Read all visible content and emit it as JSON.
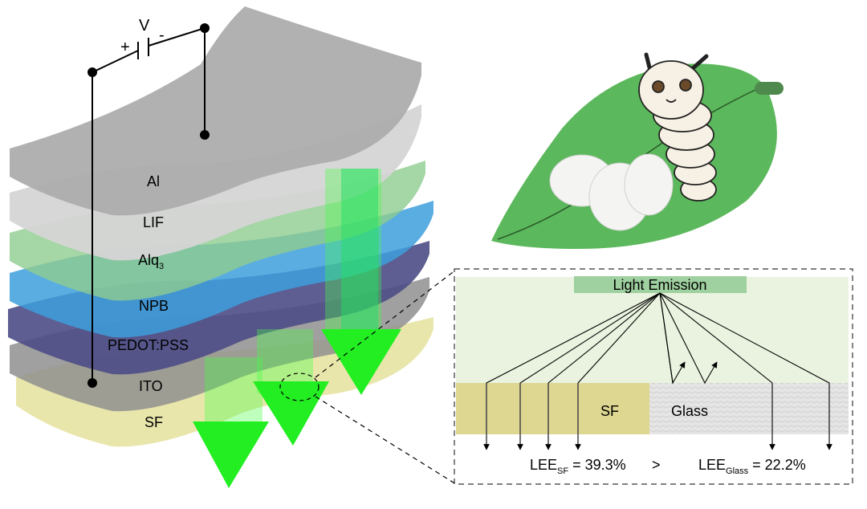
{
  "circuit": {
    "voltage": "V",
    "plus": "+",
    "minus": "-"
  },
  "layers": [
    {
      "label": "Al",
      "color": "#a9a9a9"
    },
    {
      "label": "LIF",
      "color": "#d2d2d2"
    },
    {
      "label": "Alq",
      "sub": "3",
      "color": "#8fcc8f"
    },
    {
      "label": "NPB",
      "color": "#3d9fdc"
    },
    {
      "label": "PEDOT:PSS",
      "color": "#4d4d86"
    },
    {
      "label": "ITO",
      "color": "#8f8f8f"
    },
    {
      "label": "SF",
      "color": "#e5e29e"
    }
  ],
  "inset": {
    "emission_label": "Light Emission",
    "sf_label": "SF",
    "glass_label": "Glass",
    "lee_sf_prefix": "LEE",
    "lee_sf_sub": "SF",
    "lee_sf_value": " = 39.3%",
    "compare": ">",
    "lee_glass_prefix": "LEE",
    "lee_glass_sub": "Glass",
    "lee_glass_value": " = 22.2%"
  },
  "colors": {
    "arrow_green": "#22ee22",
    "emission_bg": "#e9f3df",
    "sf_bar": "#ddd791",
    "glass": "#e3e3e3"
  }
}
